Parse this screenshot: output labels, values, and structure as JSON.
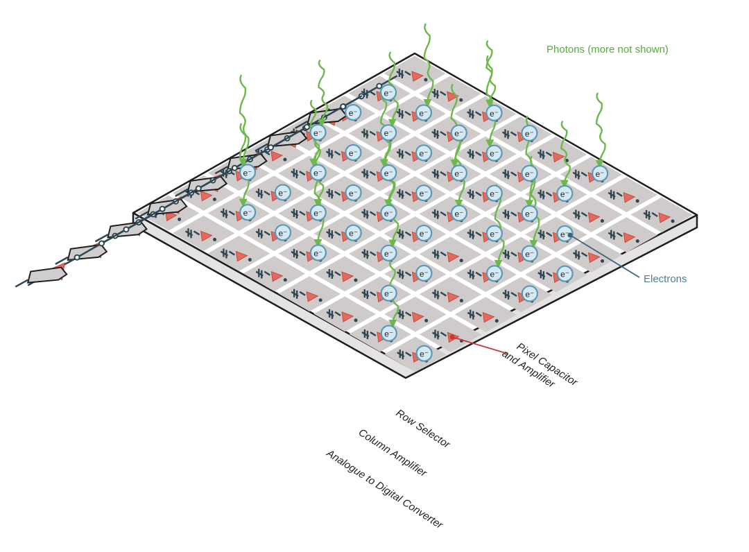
{
  "labels": {
    "photons": "Photons (more not shown)",
    "electrons": "Electrons",
    "pixel_line1": "Pixel Capacitor",
    "pixel_line2": "and Amplifier",
    "row_selector": "Row Selector",
    "column_amplifier": "Column Amplifier",
    "adc": "Analogue to Digital Converter"
  },
  "electron_symbol": "e⁻",
  "grid": {
    "rows": 8,
    "cols": 8
  },
  "electron_cells": [
    [
      0,
      2
    ],
    [
      0,
      3
    ],
    [
      0,
      5
    ],
    [
      1,
      0
    ],
    [
      1,
      1
    ],
    [
      1,
      2
    ],
    [
      1,
      3
    ],
    [
      1,
      4
    ],
    [
      1,
      5
    ],
    [
      2,
      0
    ],
    [
      2,
      1
    ],
    [
      2,
      2
    ],
    [
      2,
      3
    ],
    [
      2,
      4
    ],
    [
      2,
      5
    ],
    [
      2,
      6
    ],
    [
      3,
      0
    ],
    [
      3,
      1
    ],
    [
      3,
      2
    ],
    [
      3,
      3
    ],
    [
      3,
      4
    ],
    [
      3,
      5
    ],
    [
      3,
      6
    ],
    [
      3,
      7
    ],
    [
      4,
      1
    ],
    [
      4,
      2
    ],
    [
      4,
      3
    ],
    [
      4,
      4
    ],
    [
      4,
      6
    ],
    [
      4,
      7
    ],
    [
      5,
      0
    ],
    [
      5,
      1
    ],
    [
      5,
      2
    ],
    [
      5,
      3
    ],
    [
      5,
      4
    ],
    [
      5,
      5
    ],
    [
      6,
      1
    ],
    [
      6,
      2
    ],
    [
      6,
      3
    ],
    [
      6,
      5
    ],
    [
      7,
      6
    ],
    [
      7,
      7
    ]
  ],
  "colors": {
    "photon": "#6cb84a",
    "photon_label": "#5aaa3f",
    "electron_label": "#4a7f99",
    "electron_fill": "#d4e9f3",
    "electron_stroke": "#5b98b4",
    "amplifier": "#e26b5f",
    "amplifier_stroke": "#c44a3e",
    "pixel_fill": "#cfcbcb",
    "board_side": "#e4e2e2",
    "wire": "#2f4753",
    "adc_fill": "#cfcdcd",
    "outline": "#1e1e1e"
  }
}
